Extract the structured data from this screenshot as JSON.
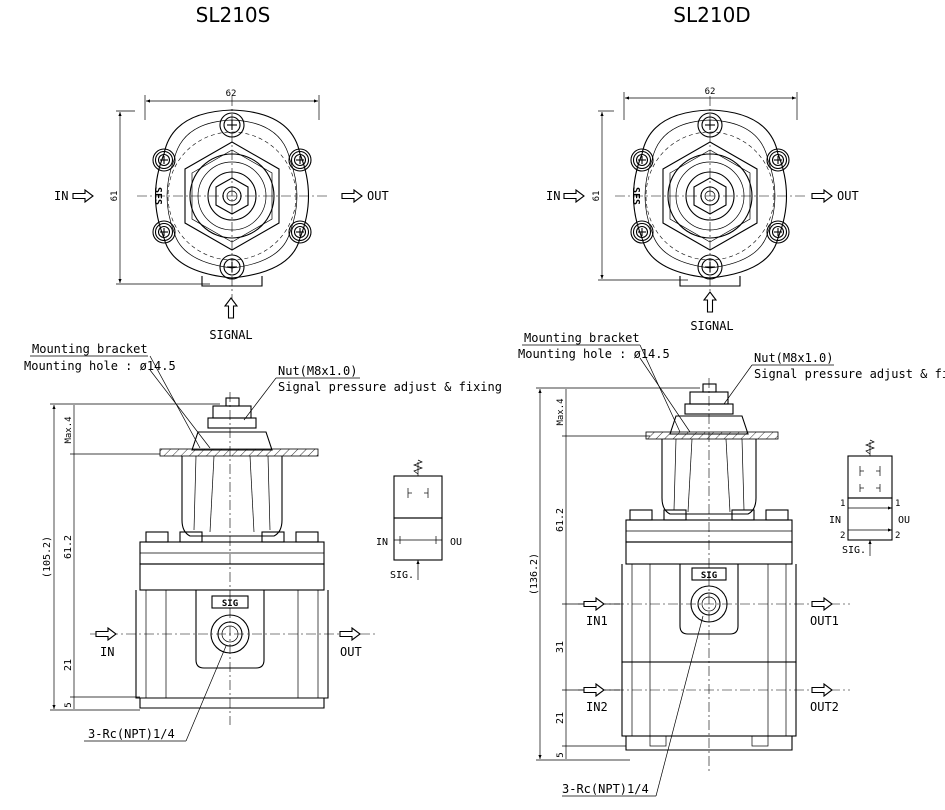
{
  "models": [
    {
      "title": "SL210S",
      "top_view": {
        "width_dim": "62",
        "height_dim": "61",
        "in_label": "IN",
        "out_label": "OUT",
        "signal_label": "SIGNAL",
        "brand": "SES"
      },
      "front_view": {
        "bracket_label": "Mounting bracket",
        "hole_label": "Mounting hole : ø14.5",
        "nut_label": "Nut(M8x1.0)",
        "nut_note": "Signal pressure adjust & fixing",
        "dims": [
          "Max.4",
          "61.2",
          "(105.2)",
          "21",
          "5"
        ],
        "in_label": "IN",
        "out_label": "OUT",
        "sig_label": "SIG",
        "port_label": "3-Rc(NPT)1/4"
      },
      "symbol": {
        "in_label": "IN",
        "out_label": "OU",
        "sig_label": "SIG."
      }
    },
    {
      "title": "SL210D",
      "top_view": {
        "width_dim": "62",
        "height_dim": "61",
        "in_label": "IN",
        "out_label": "OUT",
        "signal_label": "SIGNAL",
        "brand": "SES"
      },
      "front_view": {
        "bracket_label": "Mounting bracket",
        "hole_label": "Mounting hole : ø14.5",
        "nut_label": "Nut(M8x1.0)",
        "nut_note": "Signal pressure adjust & fixing",
        "dims": [
          "Max.4",
          "61.2",
          "(136.2)",
          "31",
          "21",
          "5"
        ],
        "in1_label": "IN1",
        "out1_label": "OUT1",
        "in2_label": "IN2",
        "out2_label": "OUT2",
        "sig_label": "SIG",
        "port_label": "3-Rc(NPT)1/4"
      },
      "symbol": {
        "in_label": "IN",
        "out_label": "OU",
        "sig_label": "SIG.",
        "port_numbers": [
          "1",
          "1",
          "2",
          "2"
        ]
      }
    }
  ]
}
